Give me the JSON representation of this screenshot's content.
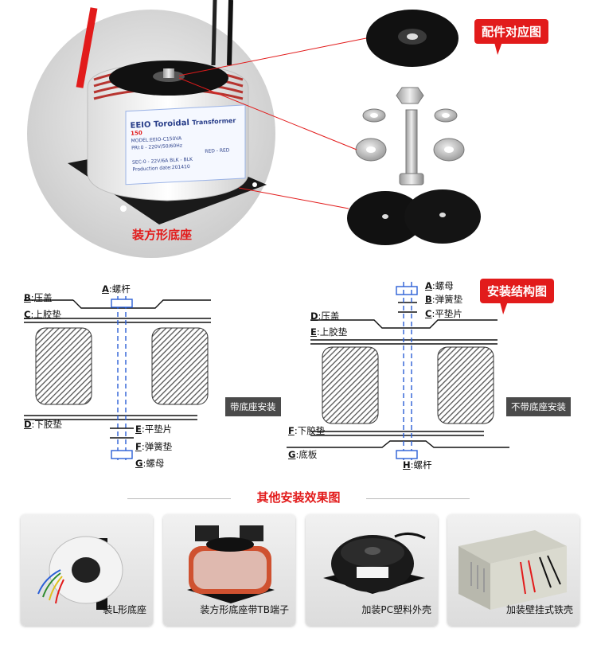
{
  "top": {
    "callout_parts": "配件对应图",
    "base_label": "装方形底座",
    "nameplate": {
      "brand": "EEIO",
      "model_type": "Toroidal",
      "type_word": "Transformer",
      "rating": "150",
      "model_line": "MODEL:EEIO-C150VA",
      "pri_line": "PRI:0 - 220V/50/60Hz",
      "red_line": "RED - RED",
      "sec_line": "SEC:0 - 22V/6A   BLK - BLK",
      "date_line": "Production date:201410"
    }
  },
  "install": {
    "callout": "安装结构图",
    "with_base_tag": "带底座安装",
    "without_base_tag": "不带底座安装",
    "left_labels": {
      "A_key": "A",
      "A_text": ":螺杆",
      "B_key": "B",
      "B_text": ":压盖",
      "C_key": "C",
      "C_text": ":上胶垫",
      "D_key": "D",
      "D_text": ":下胶垫",
      "E_key": "E",
      "E_text": ":平垫片",
      "F_key": "F",
      "F_text": ":弹簧垫",
      "G_key": "G",
      "G_text": ":螺母"
    },
    "right_labels": {
      "A_key": "A",
      "A_text": ":螺母",
      "B_key": "B",
      "B_text": ":弹簧垫",
      "C_key": "C",
      "C_text": ":平垫片",
      "D_key": "D",
      "D_text": ":压盖",
      "E_key": "E",
      "E_text": ":上胶垫",
      "F_key": "F",
      "F_text": ":下胶垫",
      "G_key": "G",
      "G_text": ":底板",
      "H_key": "H",
      "H_text": ":螺杆"
    }
  },
  "others": {
    "title": "其他安装效果图",
    "items": [
      {
        "caption": "装L形底座"
      },
      {
        "caption": "装方形底座带TB端子"
      },
      {
        "caption": "加装PC塑料外壳"
      },
      {
        "caption": "加装壁挂式铁壳"
      }
    ]
  },
  "colors": {
    "accent_red": "#e21b1b",
    "hatch_gray": "#555555",
    "tag_gray": "#4a4a4a",
    "dash_blue": "#2a5fd6"
  }
}
